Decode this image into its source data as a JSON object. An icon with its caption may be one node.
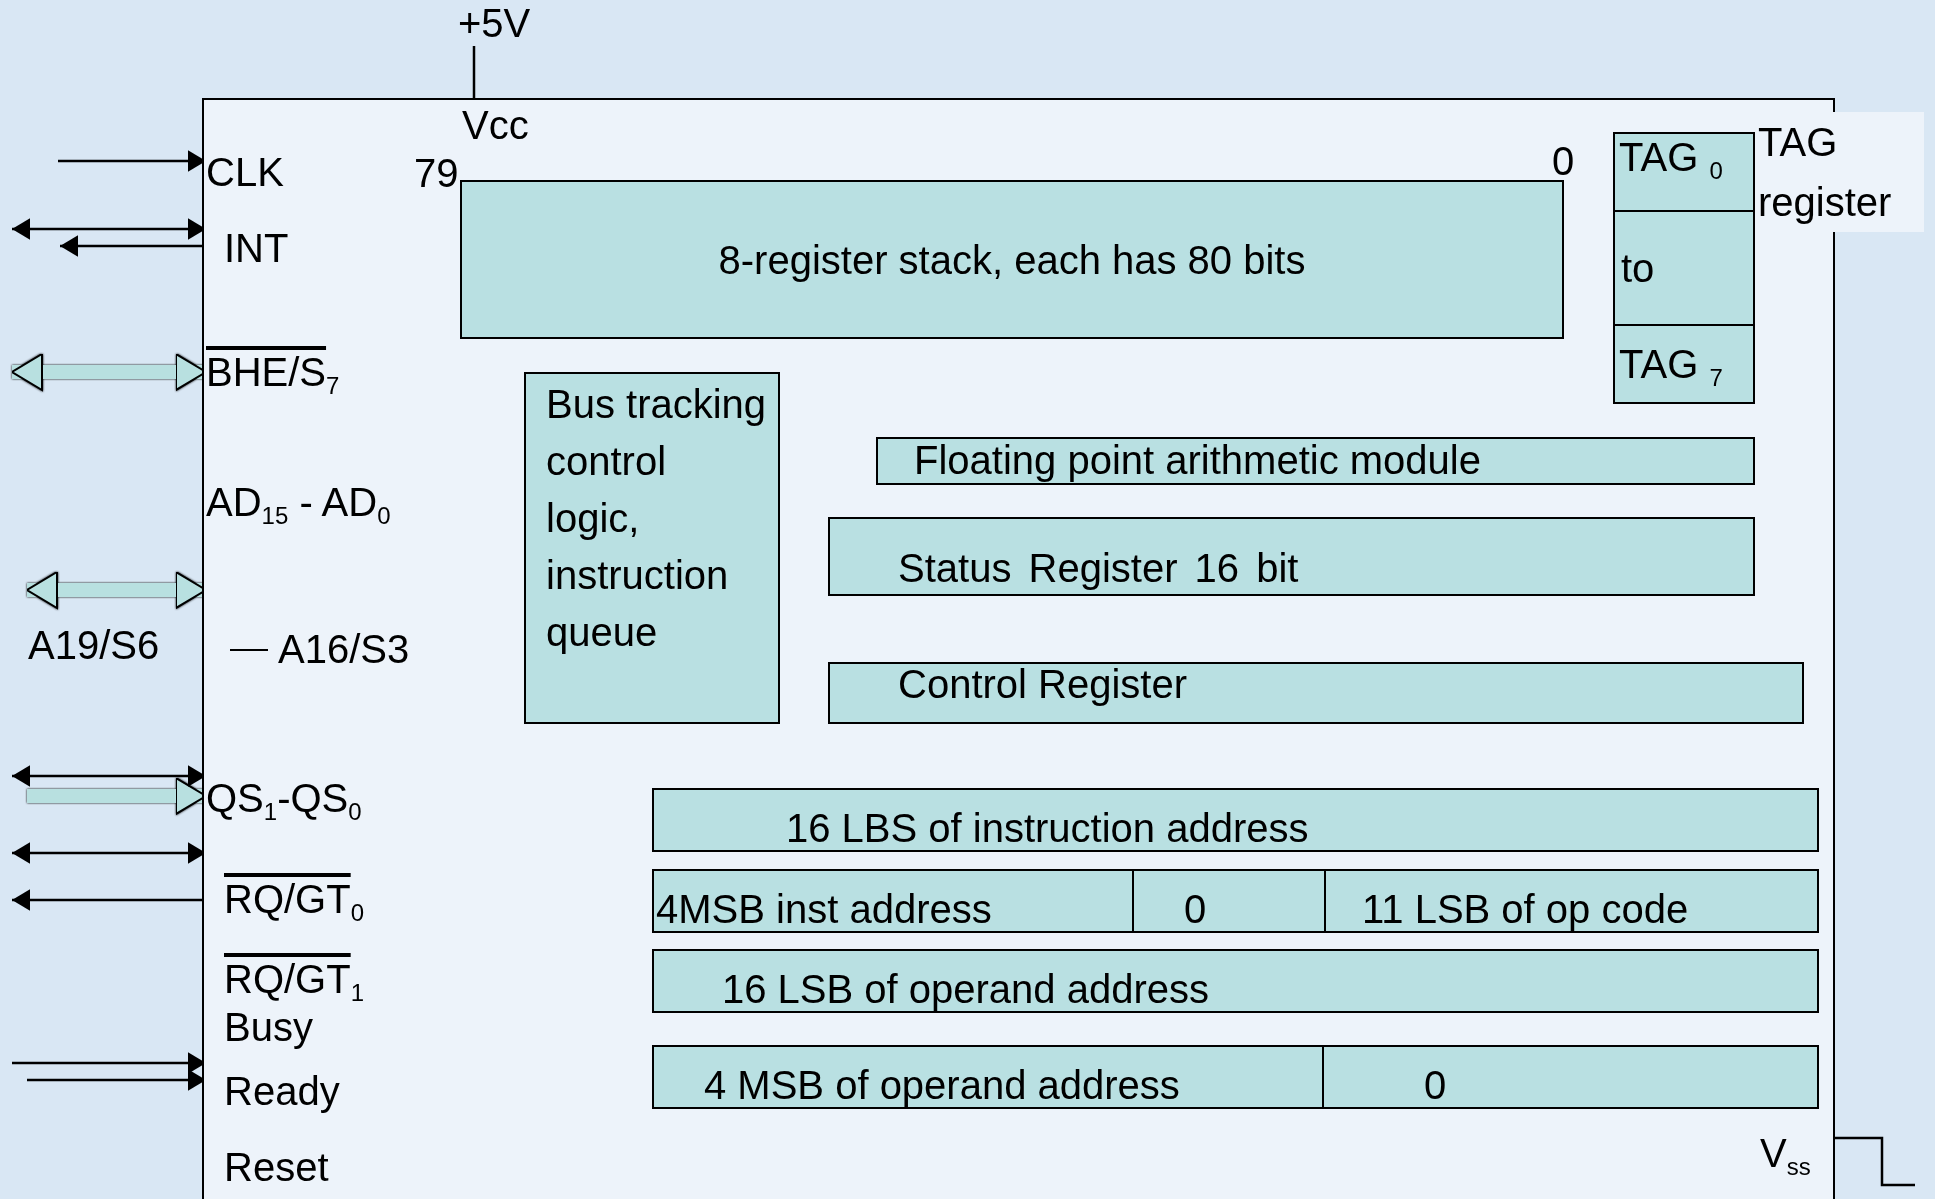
{
  "diagram": {
    "nodes": [
      {
        "text": [],
        "shape": "box"
      },
      {
        "text": [
          "CLK"
        ],
        "in": 0
      },
      {
        "text": [
          "INT"
        ],
        "in": 0
      },
      {
        "text": [
          "BHE/S$_{7}$"
        ],
        "in": 0
      },
      {
        "text": [
          "AD$_{15}$ - AD$_{0}$"
        ],
        "in": 0
      },
      {
        "text": [
          "A16/S3"
        ],
        "in": 0
      },
      {
        "text": [
          "QS$_{1}$-QS$_{0}$"
        ],
        "in": 0
      },
      {
        "text": [
          "RQ/GT$_{0}$"
        ],
        "in": 0
      },
      {
        "text": [
          "RQ/GT$_{1}$"
        ],
        "in": 0
      },
      {
        "text": [
          "Busy"
        ],
        "in": 0
      },
      {
        "text": [
          "Ready"
        ],
        "in": 0
      },
      {
        "text": [
          "Reset"
        ],
        "in": 0
      },
      {
        "text": [
          "8-register stack, each has 80 bits"
        ],
        "in": 0,
        "beside": [
          "79",
          "0"
        ]
      },
      {
        "text": [
          "TAG $_{0}$"
        ],
        "in": 0
      },
      {
        "text": [
          "to"
        ],
        "in": 0
      },
      {
        "text": [
          "TAG $_{7}$"
        ],
        "in": 0
      },
      {
        "text": [
          "Bus tracking control logic, instruction queue"
        ],
        "in": 0
      },
      {
        "text": [
          "Floating point arithmetic module"
        ],
        "in": 0
      },
      {
        "text": [
          "Status Register 16 bit"
        ],
        "in": 0
      },
      {
        "text": [
          "Control Register"
        ],
        "in": 0
      },
      {
        "text": [
          "16 LBS of instruction address"
        ],
        "in": 0
      },
      {
        "text": [
          "4MSB inst address"
        ],
        "in": 0
      },
      {
        "text": [
          "0"
        ],
        "in": 0
      },
      {
        "text": [
          "11 LSB of op code"
        ],
        "in": 0
      },
      {
        "text": [
          "16 LSB of operand address"
        ],
        "in": 0
      },
      {
        "text": [
          "4 MSB of operand address"
        ],
        "in": 0
      },
      {
        "text": [
          "0"
        ],
        "in": 0
      },
      {
        "text": [
          "+5V"
        ]
      }
    ],
    "edges": [
      {
        "from": 27,
        "to": 0,
        "arrow": "none"
      },
      {
        "from": null,
        "to": 1,
        "arrow": "to"
      },
      {
        "from": null,
        "to": 2,
        "arrow": "both"
      },
      {
        "from": 2,
        "to": null,
        "arrow": "to"
      },
      {
        "from": null,
        "to": 3,
        "arrow": "both",
        "style": "thick",
        "color": "#b8e0e0"
      },
      {
        "from": null,
        "to": 5,
        "arrow": "both",
        "style": "thick",
        "color": "#b8e0e0"
      },
      {
        "from": null,
        "to": 6,
        "arrow": "both"
      },
      {
        "from": null,
        "to": 6,
        "arrow": "to",
        "style": "thick",
        "color": "#b8e0e0"
      },
      {
        "from": null,
        "to": 7,
        "arrow": "both"
      },
      {
        "from": 7,
        "to": null,
        "arrow": "to"
      },
      {
        "from": null,
        "to": 10,
        "arrow": "to"
      },
      {
        "from": null,
        "to": 10,
        "arrow": "to"
      },
      {
        "from": 0,
        "to": null,
        "arrow": "none"
      }
    ],
    "labels": [
      "Vcc",
      "TAG register",
      "A19/S6",
      "V$_{ss}$"
    ]
  }
}
